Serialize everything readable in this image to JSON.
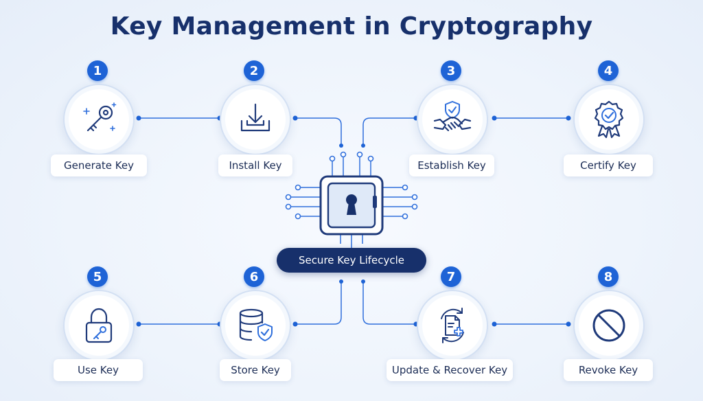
{
  "title": "Key Management in Cryptography",
  "center": {
    "label": "Secure Key Lifecycle",
    "icon": "keyhole-chip-icon"
  },
  "steps": [
    {
      "number": "1",
      "label": "Generate Key",
      "icon": "key-icon"
    },
    {
      "number": "2",
      "label": "Install Key",
      "icon": "download-tray-icon"
    },
    {
      "number": "3",
      "label": "Establish Key",
      "icon": "handshake-shield-icon"
    },
    {
      "number": "4",
      "label": "Certify Key",
      "icon": "certificate-badge-icon"
    },
    {
      "number": "5",
      "label": "Use Key",
      "icon": "padlock-key-icon"
    },
    {
      "number": "6",
      "label": "Store Key",
      "icon": "database-shield-icon"
    },
    {
      "number": "7",
      "label": "Update & Recover Key",
      "icon": "document-refresh-icon"
    },
    {
      "number": "8",
      "label": "Revoke Key",
      "icon": "prohibited-icon"
    }
  ],
  "colors": {
    "accent": "#1e63d6",
    "navy": "#17306b",
    "line": "#2f6fdc",
    "icon": "#1f3a7a"
  }
}
